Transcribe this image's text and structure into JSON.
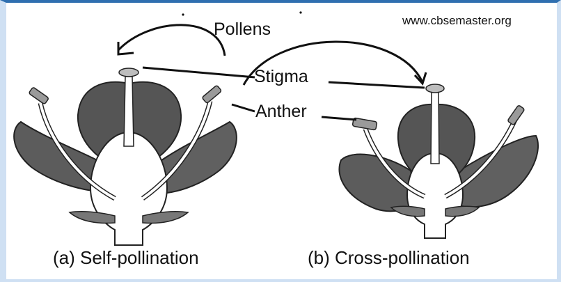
{
  "watermark": "www.cbsemaster.org",
  "labels": {
    "pollens": "Pollens",
    "stigma": "Stigma",
    "anther": "Anther"
  },
  "captions": {
    "self": "(a) Self-pollination",
    "cross": "(b) Cross-pollination"
  },
  "colors": {
    "petal": "#5f5f5f",
    "petal_dark": "#4a4a4a",
    "receptacle": "#ffffff",
    "line": "#111111",
    "top_border": "#2f6fb0",
    "side_border": "#cfe0f3"
  }
}
